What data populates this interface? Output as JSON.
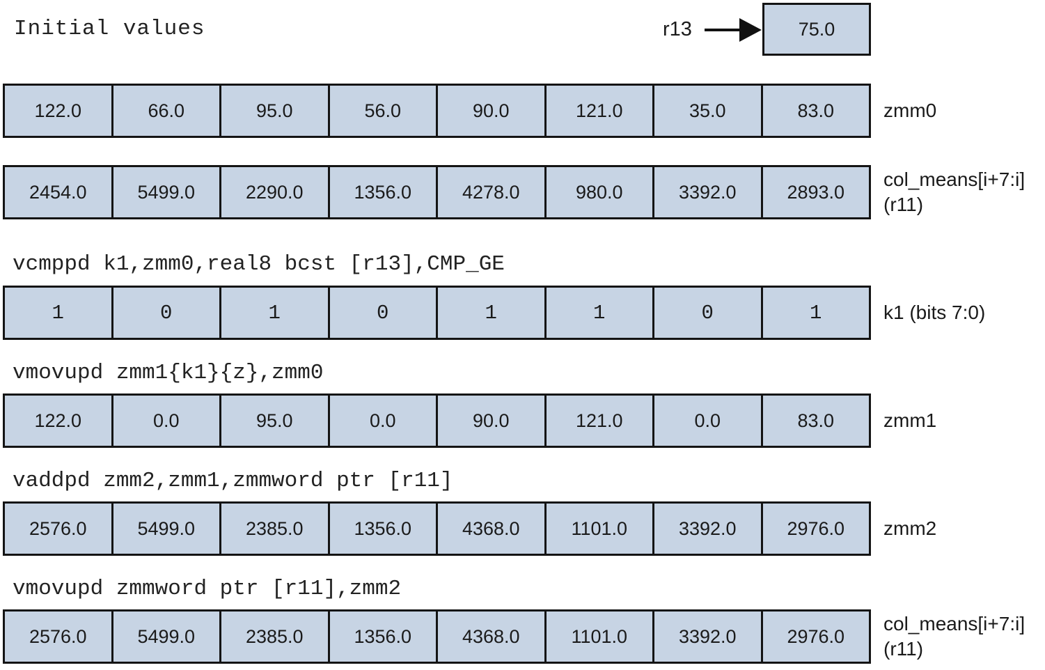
{
  "page": {
    "title_text": "Initial values",
    "background": "#ffffff",
    "cell_fill": "#c7d4e4",
    "border_color": "#141414"
  },
  "r13": {
    "label": "r13",
    "value": "75.0"
  },
  "instructions": {
    "vcmppd": "vcmppd k1,zmm0,real8 bcst [r13],CMP_GE",
    "vmovupd_masked": "vmovupd zmm1{k1}{z},zmm0",
    "vaddpd": "vaddpd zmm2,zmm1,zmmword ptr [r11]",
    "vmovupd_store": "vmovupd zmmword ptr [r11],zmm2"
  },
  "rows": [
    {
      "label": "zmm0",
      "label2": "",
      "cells": [
        "122.0",
        "66.0",
        "95.0",
        "56.0",
        "90.0",
        "121.0",
        "35.0",
        "83.0"
      ]
    },
    {
      "label": "col_means[i+7:i]",
      "label2": "(r11)",
      "cells": [
        "2454.0",
        "5499.0",
        "2290.0",
        "1356.0",
        "4278.0",
        "980.0",
        "3392.0",
        "2893.0"
      ]
    },
    {
      "label": "k1 (bits 7:0)",
      "label2": "",
      "cells": [
        "1",
        "0",
        "1",
        "0",
        "1",
        "1",
        "0",
        "1"
      ]
    },
    {
      "label": "zmm1",
      "label2": "",
      "cells": [
        "122.0",
        "0.0",
        "95.0",
        "0.0",
        "90.0",
        "121.0",
        "0.0",
        "83.0"
      ]
    },
    {
      "label": "zmm2",
      "label2": "",
      "cells": [
        "2576.0",
        "5499.0",
        "2385.0",
        "1356.0",
        "4368.0",
        "1101.0",
        "3392.0",
        "2976.0"
      ]
    },
    {
      "label": "col_means[i+7:i]",
      "label2": "(r11)",
      "cells": [
        "2576.0",
        "5499.0",
        "2385.0",
        "1356.0",
        "4368.0",
        "1101.0",
        "3392.0",
        "2976.0"
      ]
    }
  ]
}
